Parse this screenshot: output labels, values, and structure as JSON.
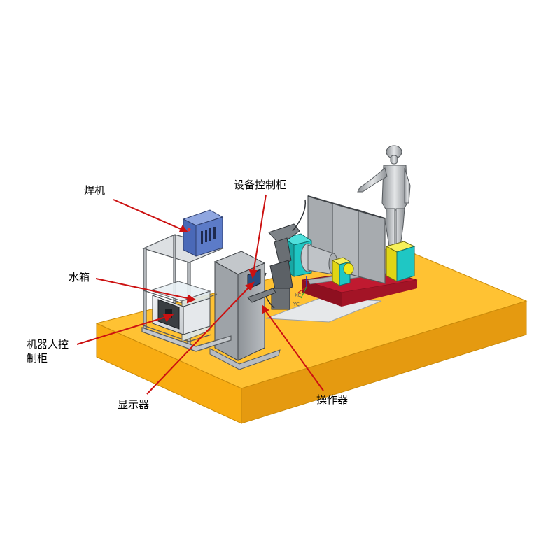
{
  "labels": {
    "welder": "焊机",
    "equipment_cabinet": "设备控制柜",
    "water_tank": "水箱",
    "robot_cabinet_line1": "机器人控",
    "robot_cabinet_line2": "制柜",
    "display": "显示器",
    "operator_panel": "操作器"
  },
  "axes": {
    "x": "XC",
    "y": "YC"
  },
  "colors": {
    "platform_top": "#FFC233",
    "platform_left": "#F8AC12",
    "platform_right": "#E59A10",
    "welder_blue": "#5C7BC8",
    "cyan_equipment": "#1FC7C4",
    "yellow_equipment": "#F2E81A",
    "red_base": "#B5162C",
    "gray_panel": "#9EA3A8",
    "leader_line": "#CC1111"
  }
}
